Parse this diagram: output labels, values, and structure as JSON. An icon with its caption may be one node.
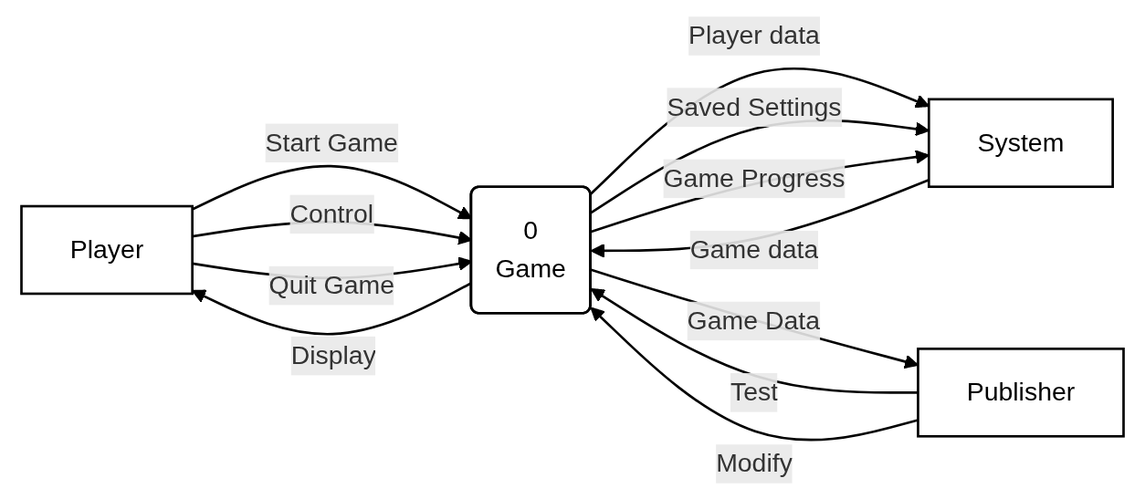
{
  "diagram": {
    "nodes": [
      {
        "text": [
          "Player"
        ]
      },
      {
        "text": [
          "0",
          "Game"
        ]
      },
      {
        "text": [
          "System"
        ]
      },
      {
        "text": [
          "Publisher"
        ]
      }
    ],
    "edges": [
      {
        "from": 0,
        "to": 1,
        "arrow": "to",
        "label": "Start Game"
      },
      {
        "from": 1,
        "to": 0,
        "arrow": "to",
        "label": "Display"
      },
      {
        "from": 0,
        "to": 1,
        "arrow": "to",
        "label": "Control"
      },
      {
        "from": 0,
        "to": 1,
        "arrow": "to",
        "label": "Quit Game"
      },
      {
        "from": 1,
        "to": 2,
        "arrow": "to",
        "label": "Player data"
      },
      {
        "from": 1,
        "to": 2,
        "arrow": "to",
        "label": "Saved Settings"
      },
      {
        "from": 1,
        "to": 2,
        "arrow": "to",
        "label": "Game Progress"
      },
      {
        "from": 2,
        "to": 1,
        "arrow": "to",
        "label": "Game data"
      },
      {
        "from": 3,
        "to": 1,
        "arrow": "to",
        "label": "Test"
      },
      {
        "from": 3,
        "to": 1,
        "arrow": "to",
        "label": "Modify"
      },
      {
        "from": 1,
        "to": 3,
        "arrow": "to",
        "label": "Game Data"
      }
    ]
  }
}
